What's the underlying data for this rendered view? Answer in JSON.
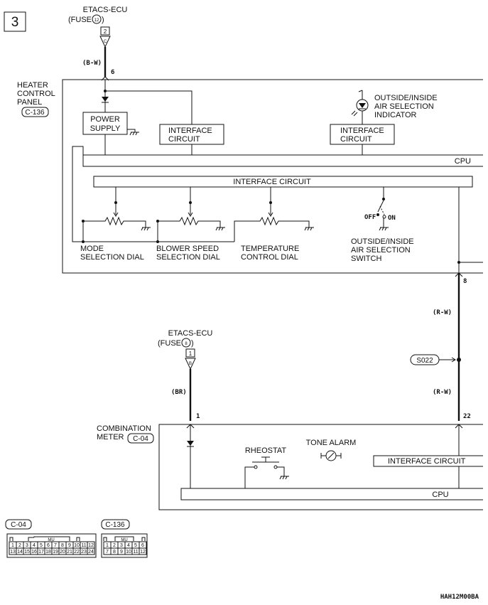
{
  "page_number": "3",
  "top_source": {
    "name": "ETACS-ECU",
    "fuse_prefix": "(FUSE",
    "fuse_num": "12",
    "fuse_suffix": ")",
    "pin": "2",
    "connector_letter": "C",
    "wire": "(B-W)",
    "terminal": "6"
  },
  "heater_panel": {
    "line1": "HEATER",
    "line2": "CONTROL",
    "line3": "PANEL",
    "connector": "C-136"
  },
  "power_supply": {
    "line1": "POWER",
    "line2": "SUPPLY"
  },
  "interface_left": {
    "line1": "INTERFACE",
    "line2": "CIRCUIT"
  },
  "interface_right": {
    "line1": "INTERFACE",
    "line2": "CIRCUIT"
  },
  "indicator": {
    "line1": "OUTSIDE/INSIDE",
    "line2": "AIR SELECTION",
    "line3": "INDICATOR"
  },
  "cpu_upper": "CPU",
  "interface_wide": "INTERFACE CIRCUIT",
  "switch": {
    "off": "OFF",
    "on": "ON",
    "line1": "OUTSIDE/INSIDE",
    "line2": "AIR SELECTION",
    "line3": "SWITCH"
  },
  "dials": {
    "mode": {
      "line1": "MODE",
      "line2": "SELECTION DIAL"
    },
    "blower": {
      "line1": "BLOWER SPEED",
      "line2": "SELECTION DIAL"
    },
    "temp": {
      "line1": "TEMPERATURE",
      "line2": "CONTROL DIAL"
    }
  },
  "right_wire": {
    "terminal_top": "8",
    "wire_top": "(R-W)",
    "splice": "S022",
    "wire_bottom": "(R-W)",
    "terminal_bottom": "22"
  },
  "mid_source": {
    "name": "ETACS-ECU",
    "fuse_prefix": "(FUSE",
    "fuse_num": "8",
    "fuse_suffix": ")",
    "pin": "1",
    "connector_letter": "B",
    "wire": "(BR)",
    "terminal": "1"
  },
  "combo_meter": {
    "line1": "COMBINATION",
    "line2": "METER",
    "connector": "C-04"
  },
  "rheostat": "RHEOSTAT",
  "tone_alarm": "TONE ALARM",
  "interface_meter": "INTERFACE CIRCUIT",
  "cpu_lower": "CPU",
  "connectors": {
    "c04": {
      "label": "C-04",
      "mark": "MU",
      "top": [
        "1",
        "2",
        "3",
        "4",
        "5",
        "6",
        "7",
        "8",
        "9",
        "10",
        "11",
        "12"
      ],
      "bottom": [
        "13",
        "14",
        "15",
        "16",
        "17",
        "18",
        "19",
        "20",
        "21",
        "22",
        "23",
        "24"
      ]
    },
    "c136": {
      "label": "C-136",
      "mark": "MU",
      "top": [
        "1",
        "2",
        "3",
        "4",
        "5",
        "6"
      ],
      "bottom": [
        "7",
        "8",
        "9",
        "10",
        "11",
        "12"
      ]
    }
  },
  "figure_code": "HAH12M00BA"
}
